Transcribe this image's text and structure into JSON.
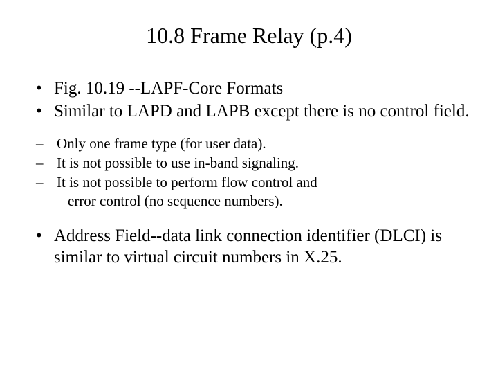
{
  "slide": {
    "title": "10.8 Frame Relay (p.4)",
    "bullet_glyph_level1": "•",
    "bullet_glyph_level2": "–",
    "points": [
      {
        "level": 1,
        "text": "Fig. 10.19 --LAPF-Core Formats"
      },
      {
        "level": 1,
        "text": "Similar to LAPD and LAPB except there is no control field."
      },
      {
        "level": 2,
        "text": "Only one frame type (for user data)."
      },
      {
        "level": 2,
        "text": "It is not possible to use in-band signaling."
      },
      {
        "level": 2,
        "text": "It is not possible to perform flow control and",
        "continuation": "error control (no sequence  numbers)."
      },
      {
        "level": 1,
        "text": "Address Field--data link connection identifier (DLCI) is similar to virtual circuit numbers in X.25."
      }
    ]
  }
}
